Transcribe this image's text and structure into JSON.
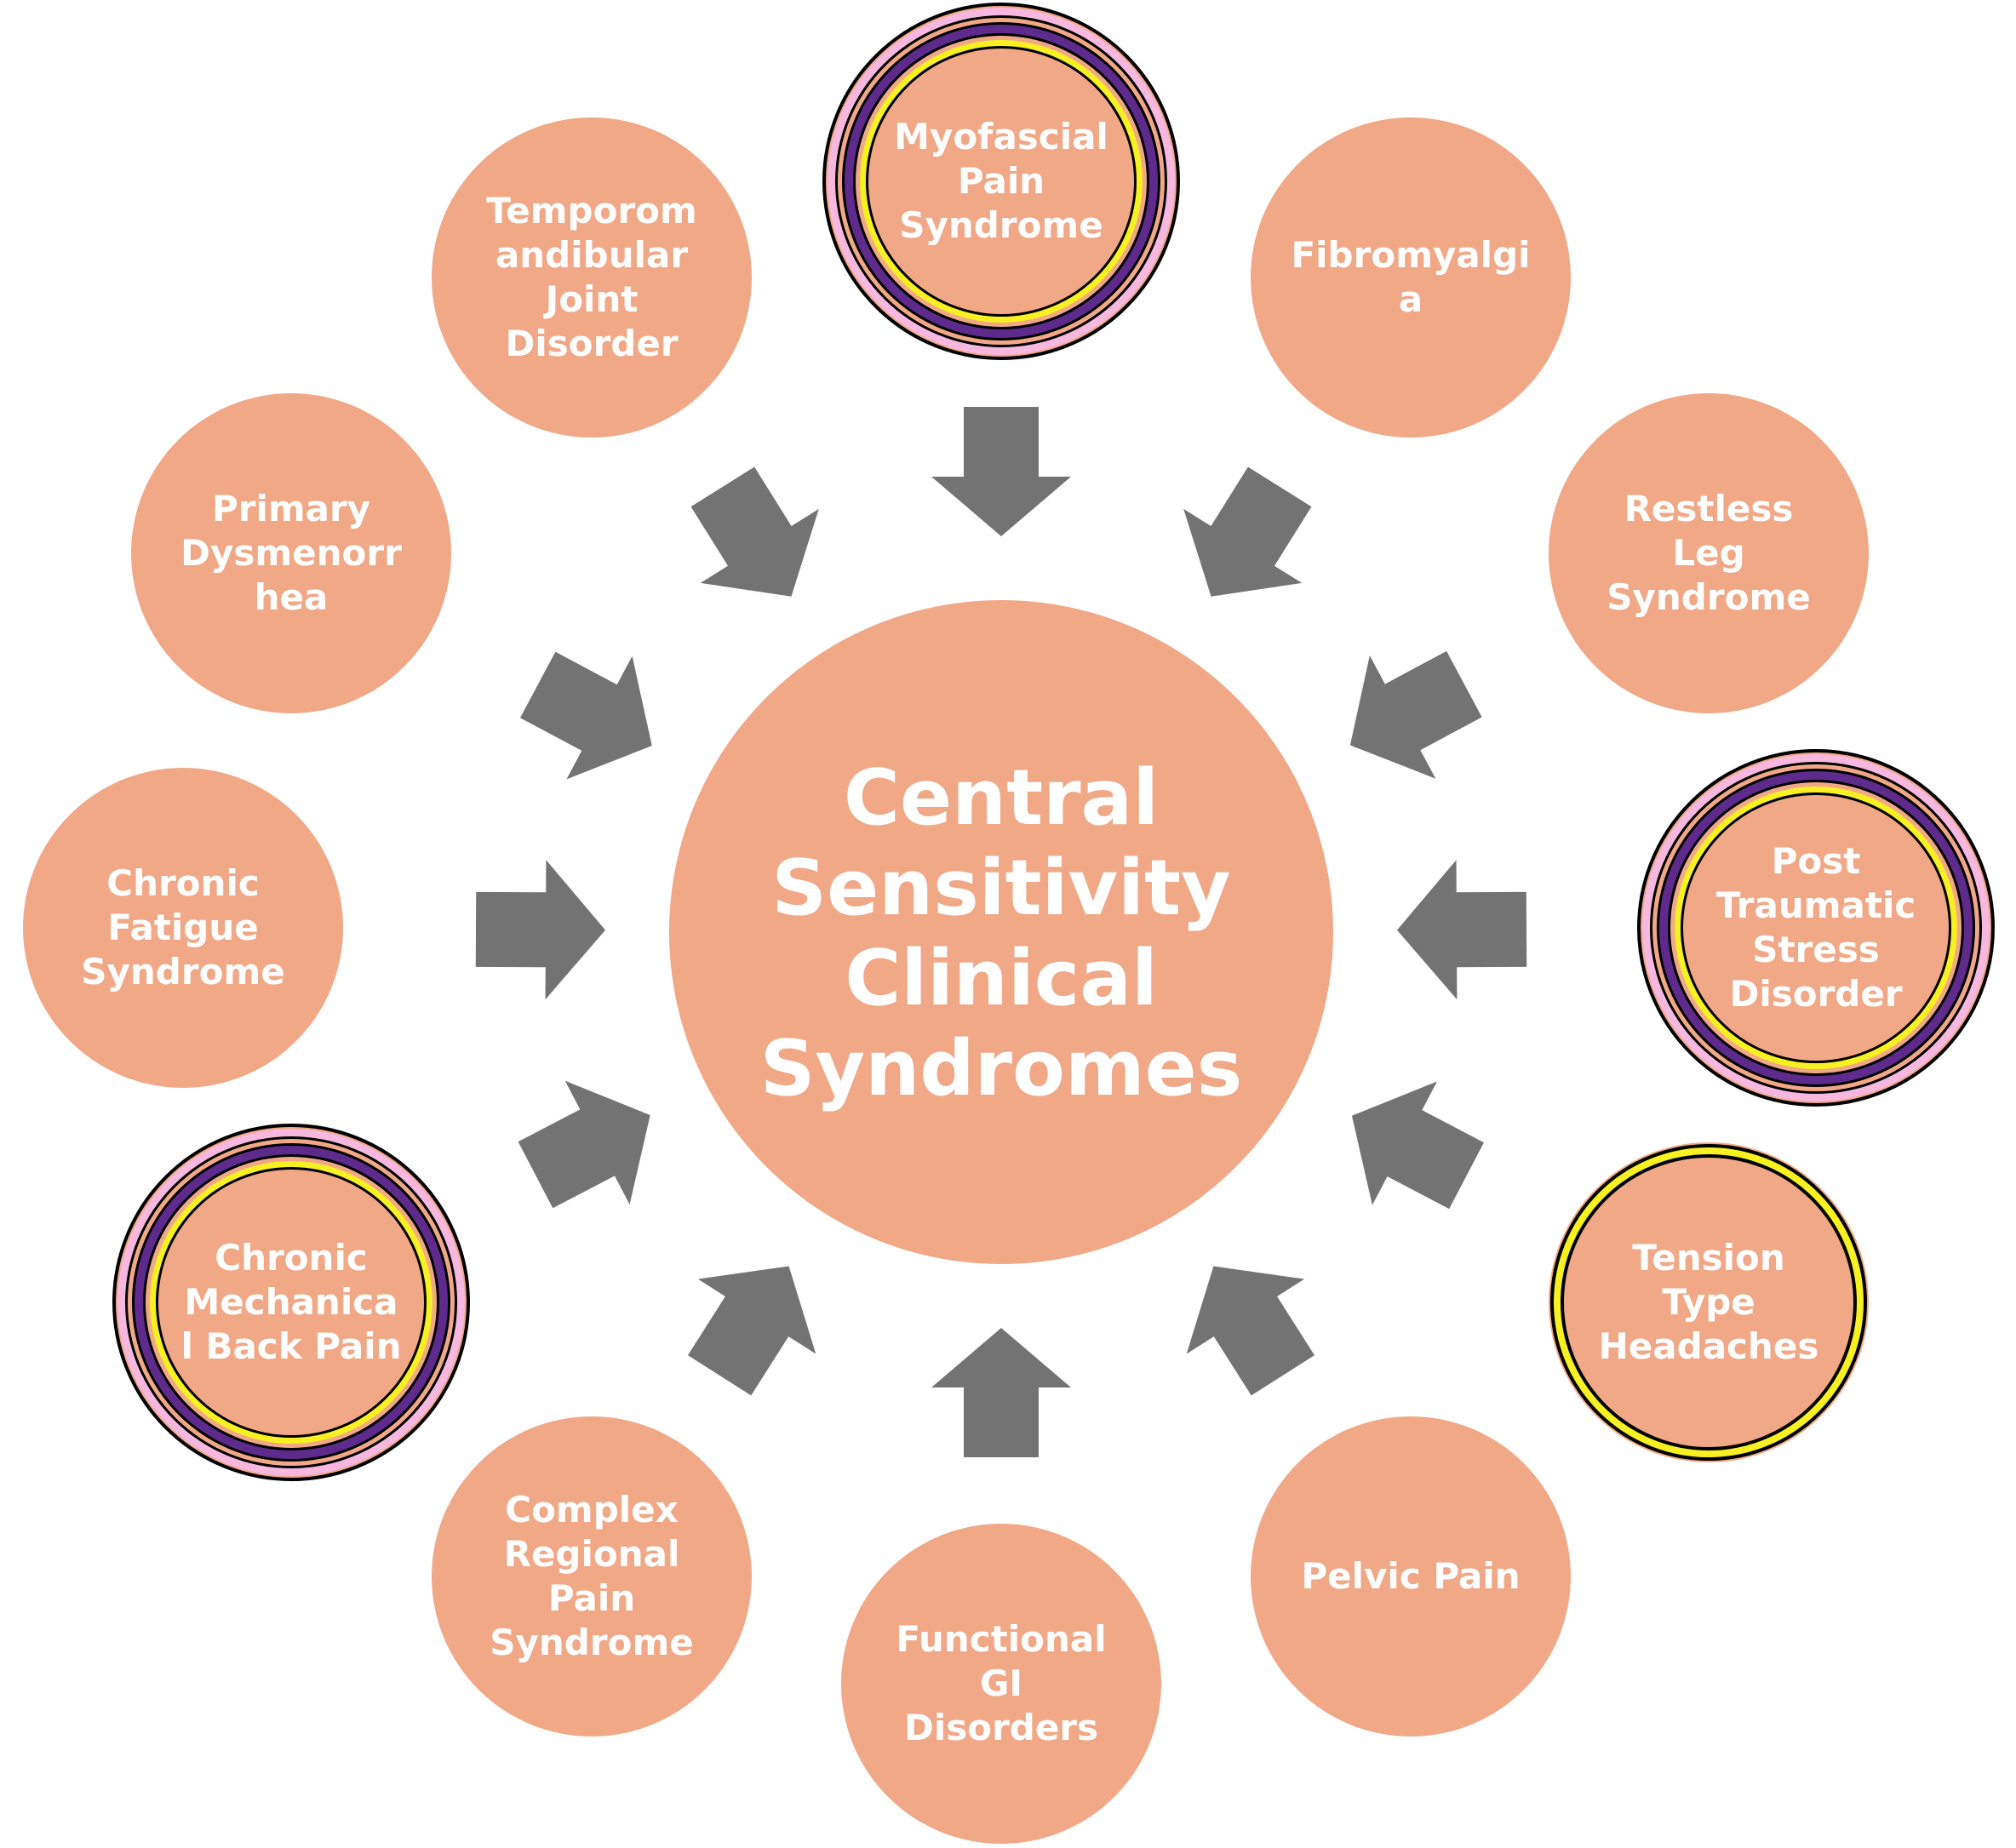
{
  "colors": {
    "circle_fill": "#F0A886",
    "arrow_fill": "#737373",
    "label_text": "#FFFFFF",
    "highlight_rings": [
      "#000000",
      "#F6B8DE",
      "#000000",
      "#F0A886",
      "#000000",
      "#5E2A8C",
      "#000000",
      "#F0A886",
      "#F7F022",
      "#000000"
    ],
    "highlight_rings_yellow_only": [
      "#000000",
      "#F7F022",
      "#000000"
    ]
  },
  "center": {
    "lines": [
      "Central",
      "Sensitivity",
      "Clinical",
      "Syndromes"
    ]
  },
  "nodes": [
    {
      "id": "myofascial-pain-syndrome",
      "lines": [
        "Myofascial",
        "Pain",
        "Syndrome"
      ],
      "highlight": "multi"
    },
    {
      "id": "fibromyalgia",
      "lines": [
        "Fibromyalgi",
        "a"
      ],
      "highlight": "none"
    },
    {
      "id": "restless-leg-syndrome",
      "lines": [
        "Restless",
        "Leg",
        "Syndrome"
      ],
      "highlight": "none"
    },
    {
      "id": "post-traumatic-stress-disorder",
      "lines": [
        "Post",
        "Traumatic",
        "Stress",
        "Disorder"
      ],
      "highlight": "multi"
    },
    {
      "id": "tension-type-headaches",
      "lines": [
        "Tension",
        "Type",
        "Headaches"
      ],
      "highlight": "yellow"
    },
    {
      "id": "pelvic-pain",
      "lines": [
        "Pelvic Pain"
      ],
      "highlight": "none"
    },
    {
      "id": "functional-gi-disorders",
      "lines": [
        "Functional",
        "GI",
        "Disorders"
      ],
      "highlight": "none"
    },
    {
      "id": "complex-regional-pain-syndrome",
      "lines": [
        "Complex",
        "Regional",
        "Pain",
        "Syndrome"
      ],
      "highlight": "none"
    },
    {
      "id": "chronic-mechanical-back-pain",
      "lines": [
        "Chronic",
        "Mechanica",
        "l Back Pain"
      ],
      "highlight": "multi"
    },
    {
      "id": "chronic-fatigue-syndrome",
      "lines": [
        "Chronic",
        "Fatigue",
        "Syndrome"
      ],
      "highlight": "none"
    },
    {
      "id": "primary-dysmenorrhea",
      "lines": [
        "Primary",
        "Dysmenorr",
        "hea"
      ],
      "highlight": "none"
    },
    {
      "id": "temporomandibular-joint-disorder",
      "lines": [
        "Temporom",
        "andibular",
        "Joint",
        "Disorder"
      ],
      "highlight": "none"
    }
  ]
}
